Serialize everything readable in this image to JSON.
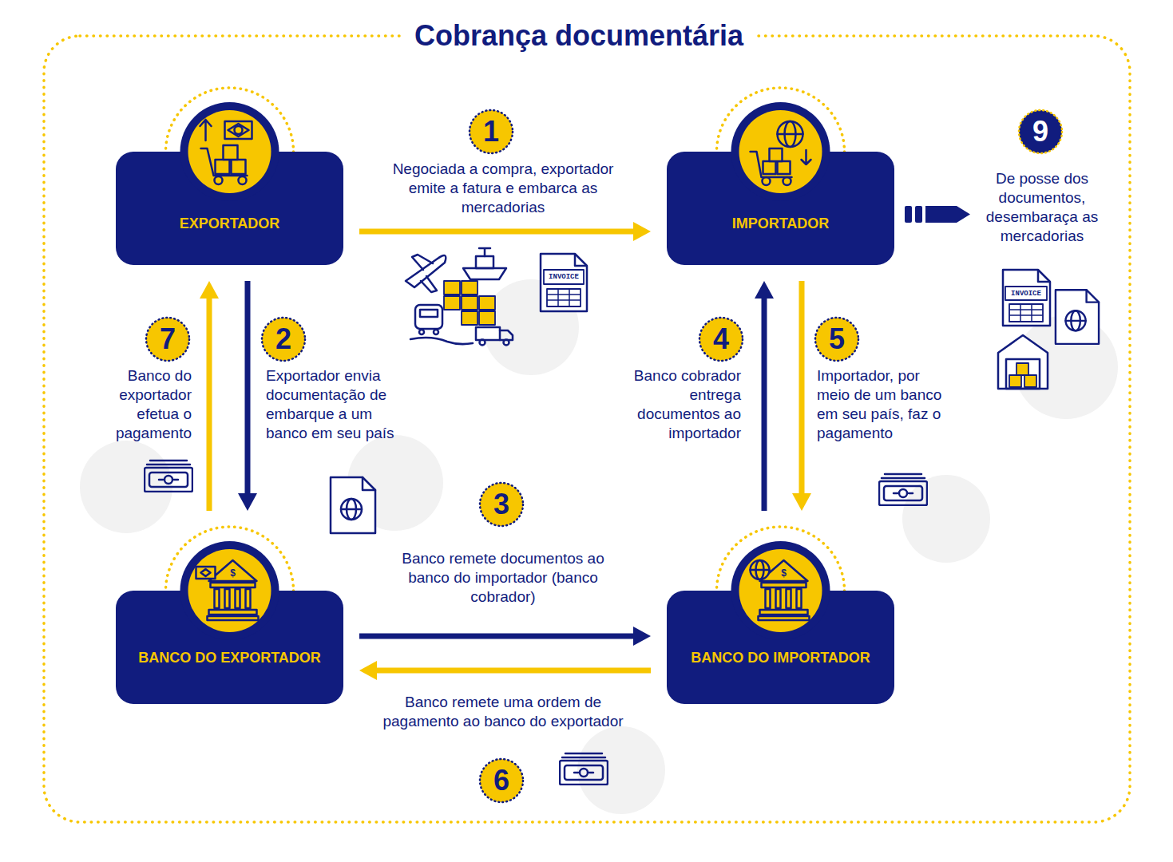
{
  "diagram": {
    "title": "Cobrança documentária",
    "nodes": [
      {
        "text": [
          "EXPORTADOR"
        ]
      },
      {
        "text": [
          "IMPORTADOR"
        ]
      },
      {
        "text": [
          "BANCO DO EXPORTADOR"
        ]
      },
      {
        "text": [
          "BANCO DO IMPORTADOR"
        ]
      }
    ],
    "edges": [
      {
        "from": 0,
        "to": 1,
        "arrow": "to",
        "label": "Negociada a compra, exportador emite a fatura e embarca as mercadorias"
      },
      {
        "from": 0,
        "to": 2,
        "arrow": "to",
        "label": "Exportador envia documentação de embarque a um banco em seu país"
      },
      {
        "from": 2,
        "to": 3,
        "arrow": "to",
        "label": "Banco remete documentos ao banco do importador (banco cobrador)"
      },
      {
        "from": 3,
        "to": 1,
        "arrow": "to",
        "label": "Banco cobrador entrega documentos ao importador"
      },
      {
        "from": 1,
        "to": 3,
        "arrow": "to",
        "label": "Importador, por meio de um banco em seu país, faz o pagamento"
      },
      {
        "from": 3,
        "to": 2,
        "arrow": "to",
        "label": "Banco remete uma ordem de pagamento ao banco do exportador"
      },
      {
        "from": 2,
        "to": 0,
        "arrow": "to",
        "label": "Banco do exportador efetua o pagamento"
      }
    ],
    "labels": [
      "1",
      "2",
      "3",
      "4",
      "5",
      "6",
      "7",
      "9",
      "De posse dos documentos, desembaraça as mercadorias",
      "INVOICE",
      "INVOICE",
      "$",
      "$"
    ]
  }
}
